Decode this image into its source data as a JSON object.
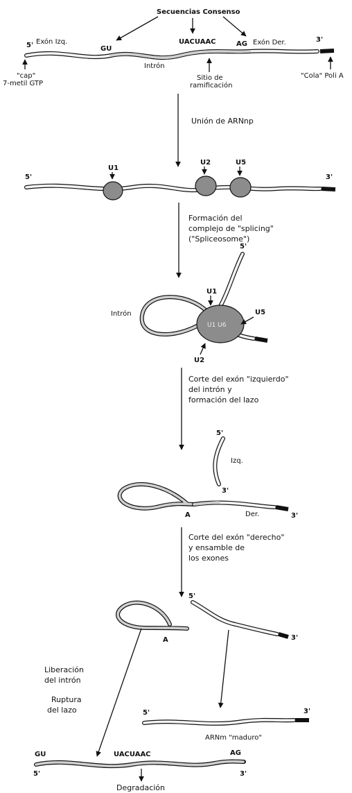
{
  "diagram": {
    "consensus_title": "Secuencias Consenso",
    "five_prime": "5'",
    "three_prime": "3'",
    "left_exon": "Exón Izq.",
    "right_exon": "Exón Der.",
    "gu": "GU",
    "uacuaac": "UACUAAC",
    "ag": "AG",
    "intron": "Intrón",
    "cap_line1": "\"cap\"",
    "cap_line2": "7-metil GTP",
    "branch_line1": "Sitio de",
    "branch_line2": "ramificación",
    "polya": "\"Cola\" Poli A",
    "step1": "Unión de ARNnp",
    "u1": "U1",
    "u2": "U2",
    "u5": "U5",
    "u6": "U6",
    "step2_line1": "Formación del",
    "step2_line2": "complejo de \"splicing\"",
    "step2_line3": "(\"Spliceosome\")",
    "intron_lower": "Intrón",
    "spliceosome_inner": "U1 U6",
    "step3_line1": "Corte del exón \"izquierdo\"",
    "step3_line2": "del intrón y",
    "step3_line3": "formación del lazo",
    "izq": "Izq.",
    "der": "Der.",
    "a": "A",
    "step4_line1": "Corte del exón \"derecho\"",
    "step4_line2": "y ensamble de",
    "step4_line3": "los exones",
    "lib_line1": "Liberación",
    "lib_line2": "del intrón",
    "rup_line1": "Ruptura",
    "rup_line2": "del lazo",
    "mature": "ARNm \"maduro\"",
    "degradation": "Degradación"
  }
}
